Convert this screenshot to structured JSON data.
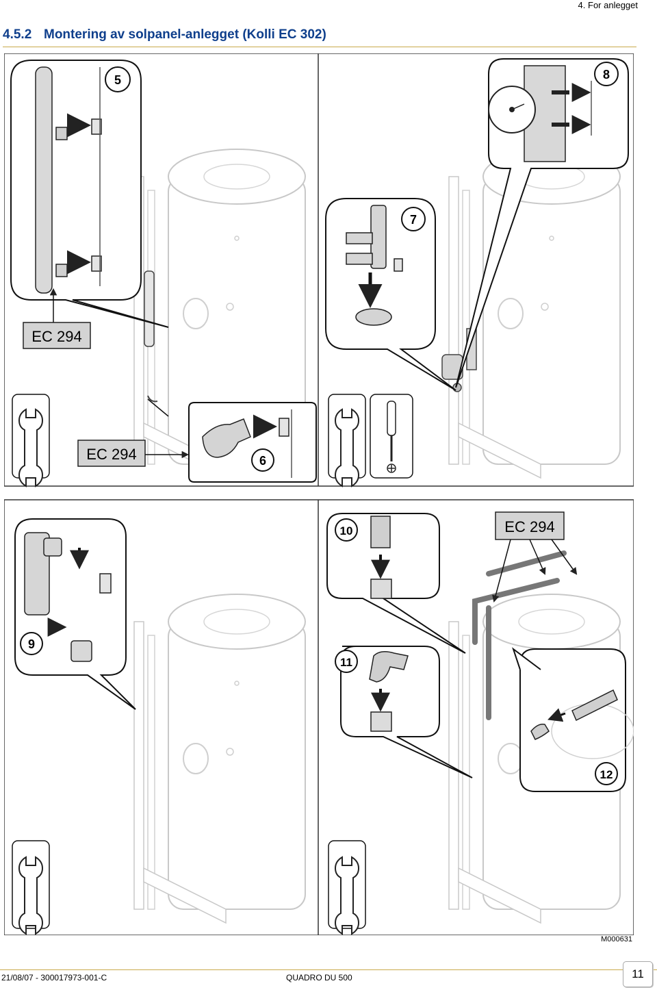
{
  "header": {
    "chapter": "4. For anlegget"
  },
  "section": {
    "number": "4.5.2",
    "title": "Montering av solpanel-anlegget (Kolli EC 302)"
  },
  "figure": {
    "code": "M000631",
    "callouts": {
      "ec_top_left": "EC 294",
      "ec_bottom_left": "EC 294",
      "ec_bottom_right": "EC 294"
    },
    "steps": [
      "5",
      "6",
      "7",
      "8",
      "9",
      "10",
      "11",
      "12"
    ]
  },
  "footer": {
    "date_ref": "21/08/07 - 300017973-001-C",
    "product": "QUADRO DU 500",
    "page": "11"
  }
}
